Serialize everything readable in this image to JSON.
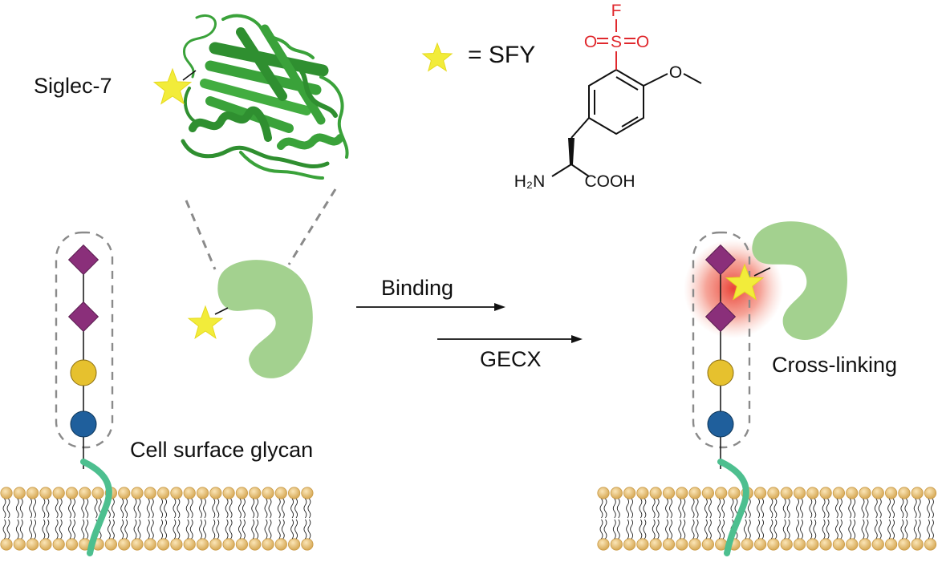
{
  "labels": {
    "protein_name": "Siglec-7",
    "star_legend": "= SFY",
    "binding": "Binding",
    "gecx": "GECX",
    "cross_linking": "Cross-linking",
    "glycan": "Cell surface glycan"
  },
  "chemistry": {
    "fluorine": "F",
    "sulfur": "S",
    "oxygen_left": "O",
    "oxygen_right": "O",
    "amine": "H₂N",
    "carboxyl": "COOH"
  },
  "colors": {
    "protein_ribbon": "#3aa23a",
    "protein_blob": "#a3d18f",
    "star": "#f2ec3a",
    "sialic_acid": "#8a2f7a",
    "galactose": "#e6c12e",
    "glucose": "#1f5f9c",
    "lipid_head": "#e9c47b",
    "transmembrane": "#4dbf8f",
    "sulfonyl_fluoride": "#e0292e",
    "glow": "#e8392e",
    "dashed": "#8a8a8a"
  },
  "glycan_chain": [
    "sialic-acid",
    "sialic-acid",
    "galactose",
    "glucose"
  ]
}
